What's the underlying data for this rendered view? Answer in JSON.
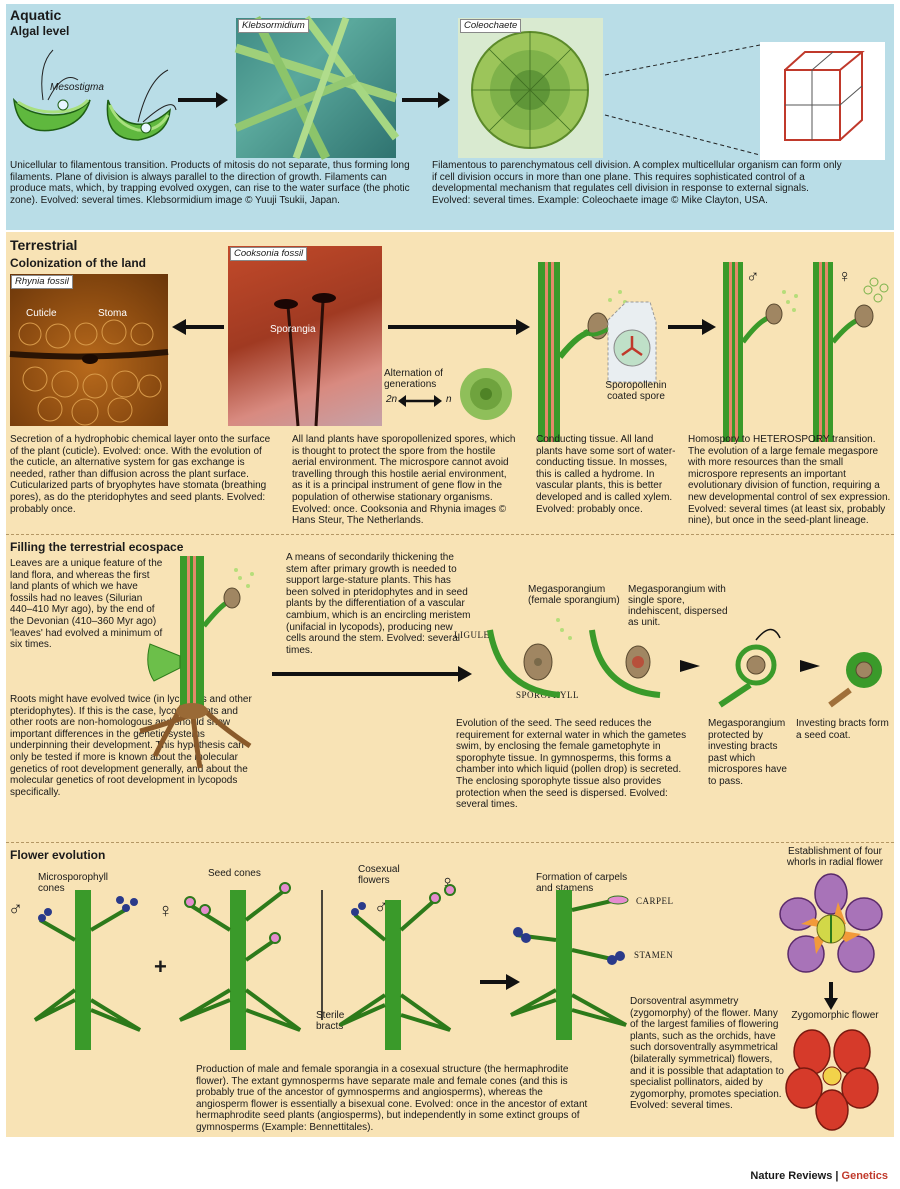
{
  "aquatic": {
    "title": "Aquatic",
    "subtitle": "Algal level",
    "labels": {
      "mesostigma": "Mesostigma",
      "klebsormidium": "Klebsormidium",
      "coleochaete": "Coleochaete"
    },
    "text_left": "Unicellular to filamentous transition. Products of mitosis do not separate, thus forming long filaments. Plane of division is always parallel to the direction of growth. Filaments can produce mats, which, by trapping evolved oxygen, can rise to the water surface (the photic zone). Evolved: several times. Klebsormidium image © Yuuji Tsukii, Japan.",
    "text_right": "Filamentous to parenchymatous cell division. A complex multicellular organism can form only if cell division occurs in more than one plane. This requires sophisticated control of a developmental mechanism that regulates cell division in response to external signals. Evolved: several times. Example: Coleochaete image © Mike Clayton, USA."
  },
  "terrestrial": {
    "title": "Terrestrial",
    "subtitle": "Colonization of the land",
    "labels": {
      "rhynia": "Rhynia fossil",
      "cuticle": "Cuticle",
      "stoma": "Stoma",
      "cooksonia": "Cooksonia fossil",
      "sporangia": "Sporangia",
      "alternation": "Alternation of generations",
      "two_n": "2n",
      "n": "n",
      "sporopollenin": "Sporopollenin coated spore",
      "male": "♂",
      "female": "♀"
    },
    "text_cuticle": "Secretion of a hydrophobic chemical layer onto the surface of the plant (cuticle). Evolved: once. With the evolution of the cuticle, an alternative system for gas exchange is needed, rather than diffusion across the plant surface. Cuticularized parts of bryophytes have stomata (breathing pores), as do the pteridophytes and seed plants. Evolved: probably once.",
    "text_spores": "All land plants have sporopollenized spores, which is thought to protect the spore from the hostile aerial environment. The microspore cannot avoid travelling through this hostile aerial environment, as it is a principal instrument of gene flow in the population of otherwise stationary organisms. Evolved: once. Cooksonia and Rhynia images © Hans Steur, The Netherlands.",
    "text_conducting": "Conducting tissue. All land plants have some sort of water-conducting tissue. In mosses, this is called a hydrome. In vascular plants, this is better developed and is called xylem. Evolved: probably once.",
    "text_heterospory": "Homospory to HETEROSPORY transition. The evolution of a large female megaspore with more resources than the small microspore represents an important evolutionary division of function, requiring a new developmental control of sex expression. Evolved: several times (at least six, probably nine), but once in the seed-plant lineage."
  },
  "ecospace": {
    "title": "Filling the terrestrial ecospace",
    "text_leaves": "Leaves are a unique feature of the land flora, and whereas the first land plants of which we have fossils had no leaves (Silurian 440–410 Myr ago), by the end of the Devonian (410–360 Myr ago) 'leaves' had evolved a minimum of six times.",
    "text_thickening": "A means of secondarily thickening the stem after primary growth is needed to support large-stature plants. This has been solved in pteridophytes and in seed plants by the differentiation of a vascular cambium, which is an encircling meristem (unifacial in lycopods), producing new cells around the stem. Evolved: several times.",
    "text_roots": "Roots might have evolved twice (in lycopods and other pteridophytes). If this is the case, lycopod roots and other roots are non-homologous and should show important differences in the genetic systems underpinning their development. This hypothesis can only be tested if more is known about the molecular genetics of root development generally, and about the molecular genetics of root development in lycopods specifically.",
    "labels": {
      "megasporangium": "Megasporangium (female sporangium)",
      "megasporangium_single": "Megasporangium with single spore, indehiscent, dispersed as unit.",
      "ligule": "LIGULE",
      "sporophyll": "SPOROPHYLL"
    },
    "text_seed": "Evolution of the seed. The seed reduces the requirement for external water in which the gametes swim, by enclosing the female gametophyte in sporophyte tissue. In gymnosperms, this forms a chamber into which liquid (pollen drop) is secreted. The enclosing sporophyte tissue also provides protection when the seed is dispersed. Evolved: several times.",
    "text_protected": "Megasporangium protected by investing bracts past which microspores have to pass.",
    "text_coat": "Investing bracts form a seed coat."
  },
  "flower": {
    "title": "Flower evolution",
    "labels": {
      "micro_cones": "Microsporophyll cones",
      "seed_cones": "Seed cones",
      "cosexual": "Cosexual flowers",
      "carpels": "Formation of carpels and stamens",
      "carpel": "CARPEL",
      "stamen": "STAMEN",
      "sterile": "Sterile bracts",
      "whorls": "Establishment of four whorls in radial flower",
      "zygomorphic": "Zygomorphic flower",
      "male": "♂",
      "female": "♀",
      "plus": "+"
    },
    "text_hermaphrodite": "Production of male and female sporangia in a cosexual structure (the hermaphrodite flower). The extant gymnosperms have separate male and female cones (and this is probably true of the ancestor of gymnosperms and angiosperms), whereas the angiosperm flower is essentially a bisexual cone. Evolved: once in the ancestor of extant hermaphrodite seed plants (angiosperms), but independently in some extinct groups of gymnosperms (Example: Bennettitales).",
    "text_zygomorphy": "Dorsoventral asymmetry (zygomorphy) of the flower. Many of the largest families of flowering plants, such as the orchids, have such dorsoventrally asymmetrical (bilaterally symmetrical) flowers, and it is possible that adaptation to specialist pollinators, aided by zygomorphy, promotes speciation. Evolved: several times."
  },
  "footer": {
    "journal": "Nature Reviews",
    "separator": "|",
    "section": "Genetics"
  },
  "colors": {
    "aquatic_bg": "#b9dde7",
    "terrestrial_bg": "#f8e3b5",
    "plant_green": "#3a9a2a",
    "accent_red": "#c0392b"
  }
}
